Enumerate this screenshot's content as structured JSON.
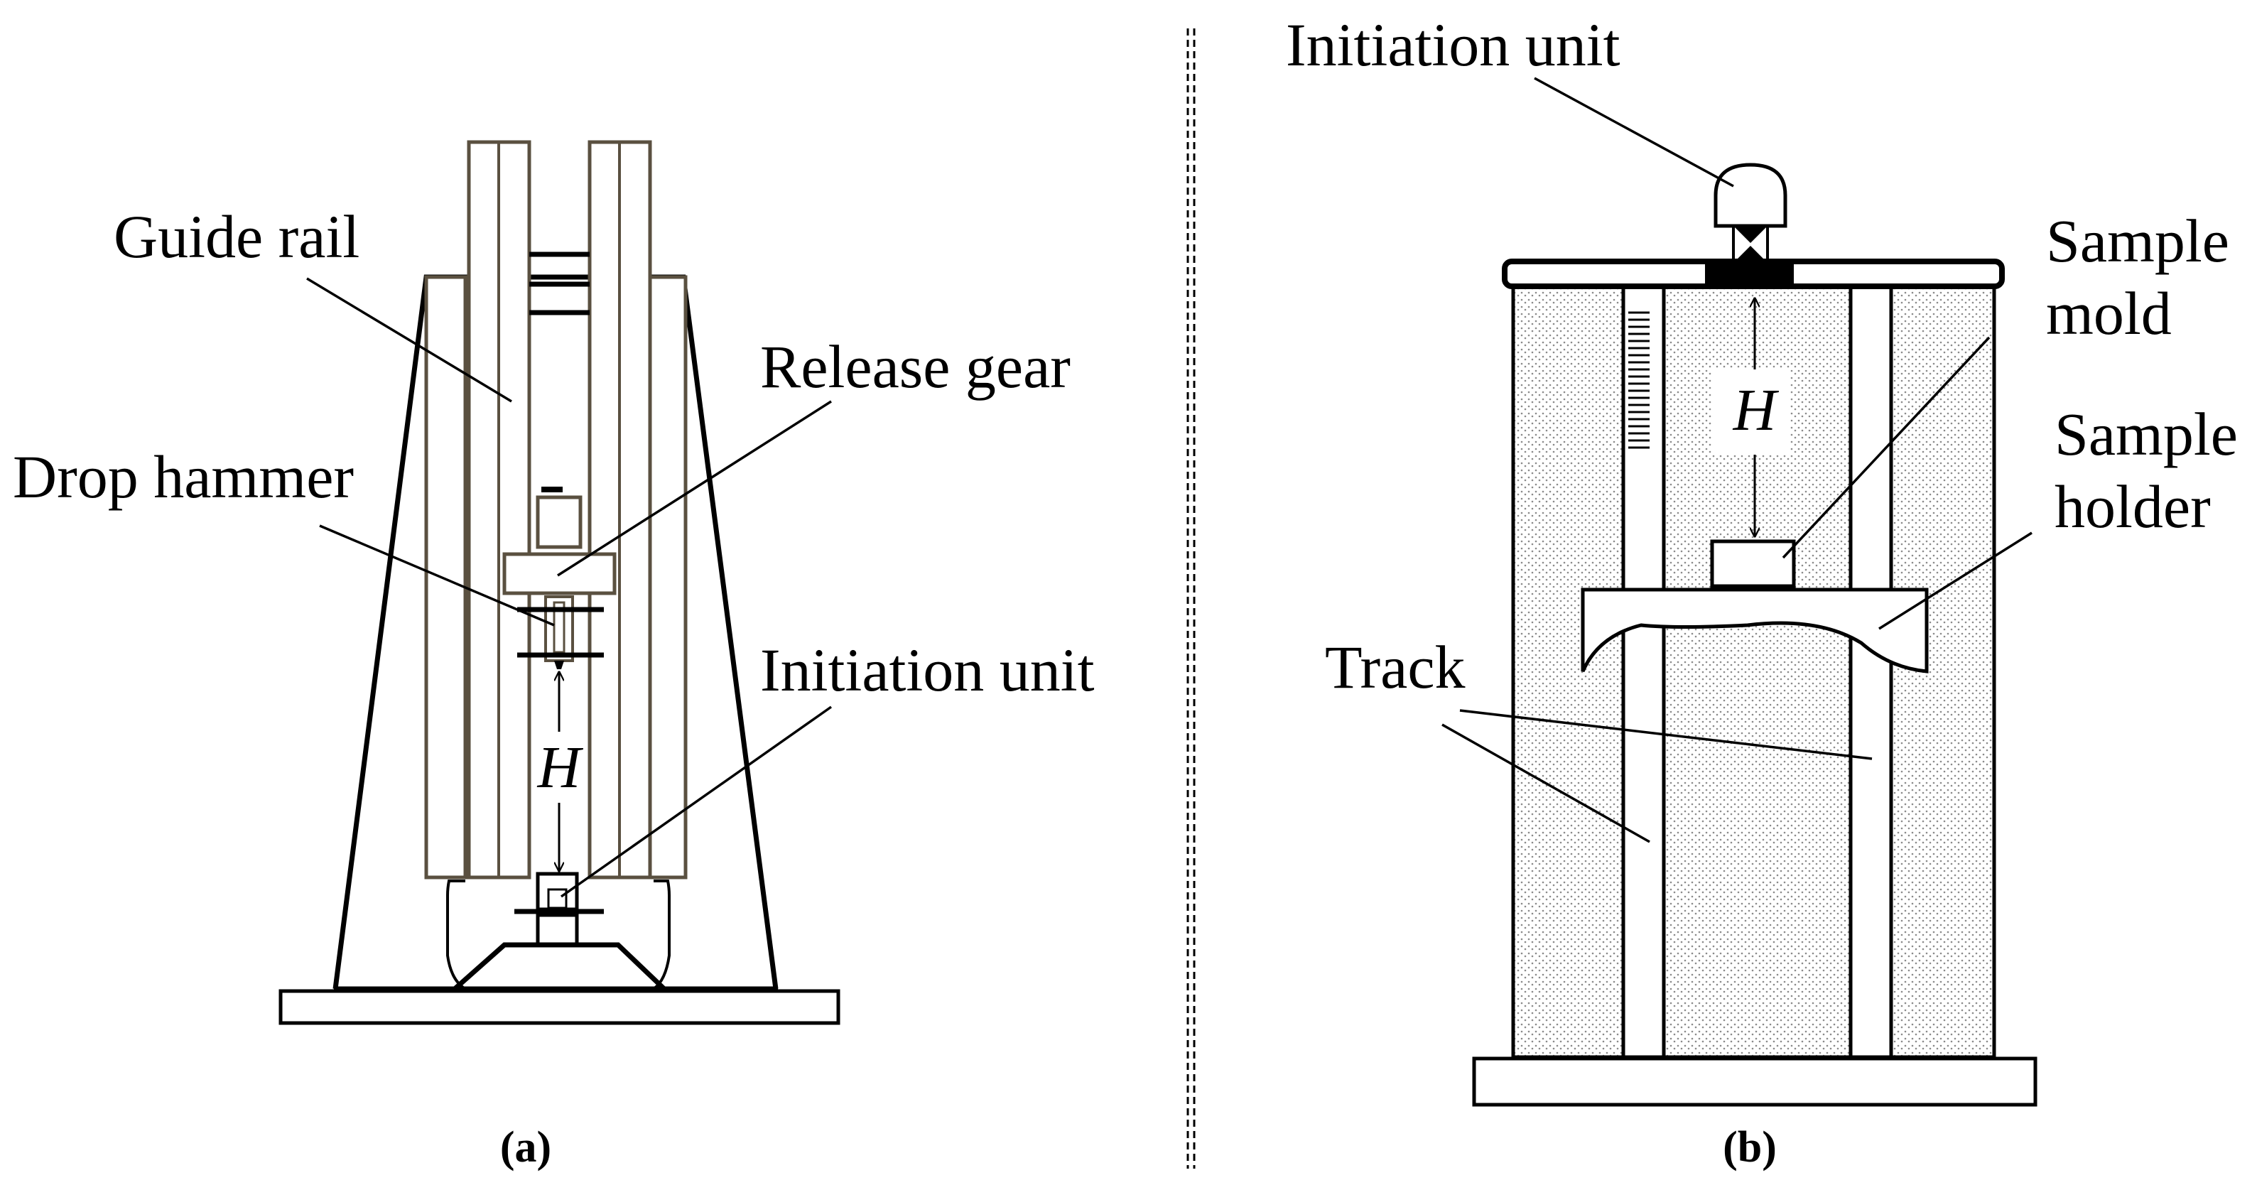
{
  "panel_a": {
    "caption": "(a)",
    "labels": {
      "guide_rail": "Guide rail",
      "release_gear": "Release gear",
      "drop_hammer": "Drop hammer",
      "initiation_unit": "Initiation unit",
      "height": "H"
    },
    "colors": {
      "rail": "#5a5040",
      "line": "#000000"
    }
  },
  "panel_b": {
    "caption": "(b)",
    "labels": {
      "initiation_unit": "Initiation unit",
      "sample_mold_line1": "Sample",
      "sample_mold_line2": "mold",
      "sample_holder_line1": "Sample",
      "sample_holder_line2": "holder",
      "track": "Track",
      "height": "H"
    },
    "colors": {
      "stipple": "#c4c4c4",
      "line": "#000000"
    }
  },
  "divider": {
    "style": "dashed"
  }
}
